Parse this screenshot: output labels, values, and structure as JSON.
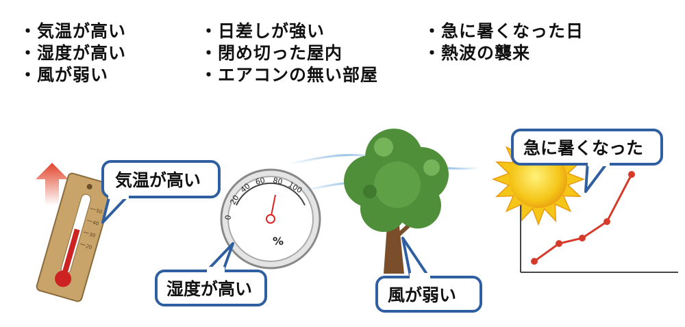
{
  "factors": {
    "column1": [
      "・気温が高い",
      "・湿度が高い",
      "・風が弱い"
    ],
    "column2": [
      "・日差しが強い",
      "・閉め切った屋内",
      "・エアコンの無い部屋"
    ],
    "column3": [
      "・急に暑くなった日",
      "・熱波の襲来"
    ]
  },
  "bubbles": {
    "temperature": "気温が高い",
    "humidity": "湿度が高い",
    "wind": "風が弱い",
    "sudden_heat": "急に暑くなった"
  },
  "hygrometer": {
    "scale_labels": [
      "0",
      "20",
      "40",
      "60",
      "80",
      "100"
    ],
    "unit": "%",
    "reading_percent": 80
  },
  "thermometer": {
    "scale_labels": [
      "50",
      "40",
      "30",
      "20"
    ]
  },
  "colors": {
    "bubble_border": "#2f5fa0",
    "thermo_board": "#c9a46a",
    "thermo_red": "#cc2222",
    "arrow_red": "#e0442a",
    "tree_green": "#4f8f3a",
    "sun_yellow": "#f5c518",
    "chart_line": "#d63a2a",
    "wind_blue": "#7fb3e0"
  }
}
